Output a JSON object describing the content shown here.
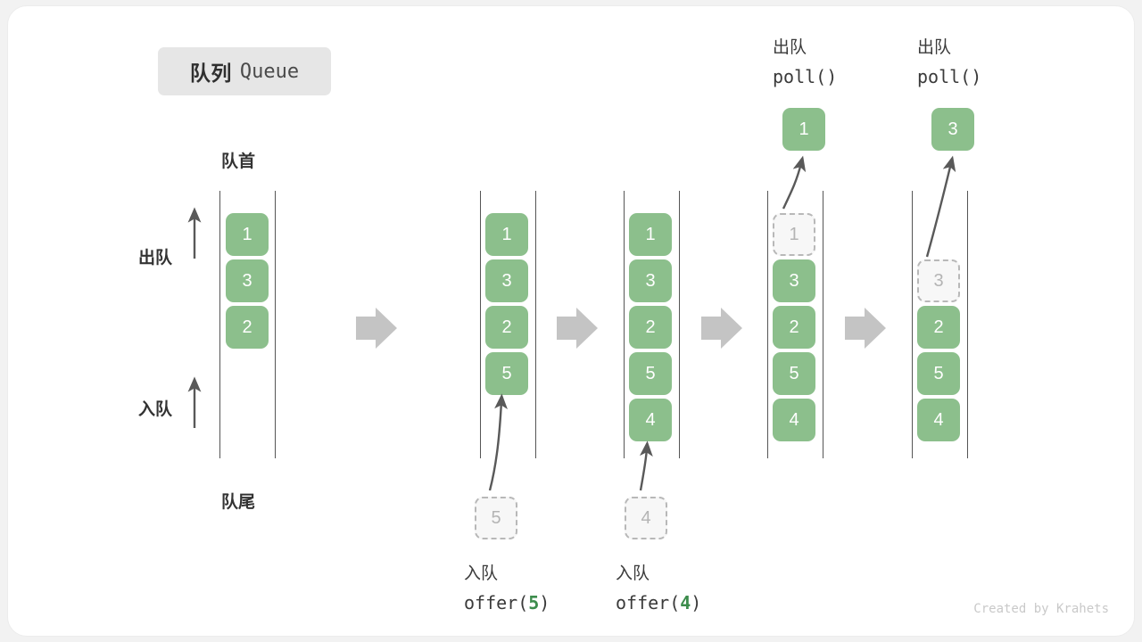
{
  "title": {
    "cn": "队列",
    "en": "Queue"
  },
  "labels": {
    "head": "队首",
    "tail": "队尾",
    "dequeue": "出队",
    "enqueue": "入队"
  },
  "colors": {
    "box_fill": "#8cbf8c",
    "box_text": "#ffffff",
    "ghost_fill": "#f7f7f7",
    "ghost_border": "#b8b8b8",
    "ghost_text": "#b4b4b4",
    "rail": "#555555",
    "step_arrow": "#c4c4c4",
    "thin_arrow": "#595959",
    "accent_arg": "#3c8c4c",
    "chip_bg": "#e6e6e6"
  },
  "steps": [
    {
      "id": "initial",
      "items": [
        "1",
        "3",
        "2"
      ],
      "ghost_index": -1,
      "op_cn": "",
      "op_code": "",
      "pending": null,
      "popped": null
    },
    {
      "id": "offer-5",
      "items": [
        "1",
        "3",
        "2",
        "5"
      ],
      "ghost_index": -1,
      "op_cn": "入队",
      "op_code_prefix": "offer(",
      "op_code_arg": "5",
      "op_code_suffix": ")",
      "op_code": "offer(5)",
      "pending": "5",
      "popped": null
    },
    {
      "id": "offer-4",
      "items": [
        "1",
        "3",
        "2",
        "5",
        "4"
      ],
      "ghost_index": -1,
      "op_cn": "入队",
      "op_code_prefix": "offer(",
      "op_code_arg": "4",
      "op_code_suffix": ")",
      "op_code": "offer(4)",
      "pending": "4",
      "popped": null
    },
    {
      "id": "poll-1",
      "items": [
        "1",
        "3",
        "2",
        "5",
        "4"
      ],
      "ghost_index": 0,
      "op_cn": "出队",
      "op_code_prefix": "poll(",
      "op_code_arg": "",
      "op_code_suffix": ")",
      "op_code": "poll()",
      "pending": null,
      "popped": "1"
    },
    {
      "id": "poll-3",
      "items": [
        "3",
        "2",
        "5",
        "4"
      ],
      "ghost_index": 0,
      "op_cn": "出队",
      "op_code_prefix": "poll(",
      "op_code_arg": "",
      "op_code_suffix": ")",
      "op_code": "poll()",
      "pending": null,
      "popped": "3"
    }
  ],
  "step_arrows": 4,
  "watermark": "Created by Krahets"
}
